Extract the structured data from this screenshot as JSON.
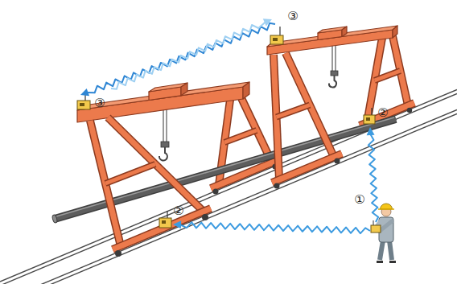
{
  "diagram": {
    "labels": [
      "③",
      "③",
      "②",
      "①",
      "②"
    ]
  }
}
